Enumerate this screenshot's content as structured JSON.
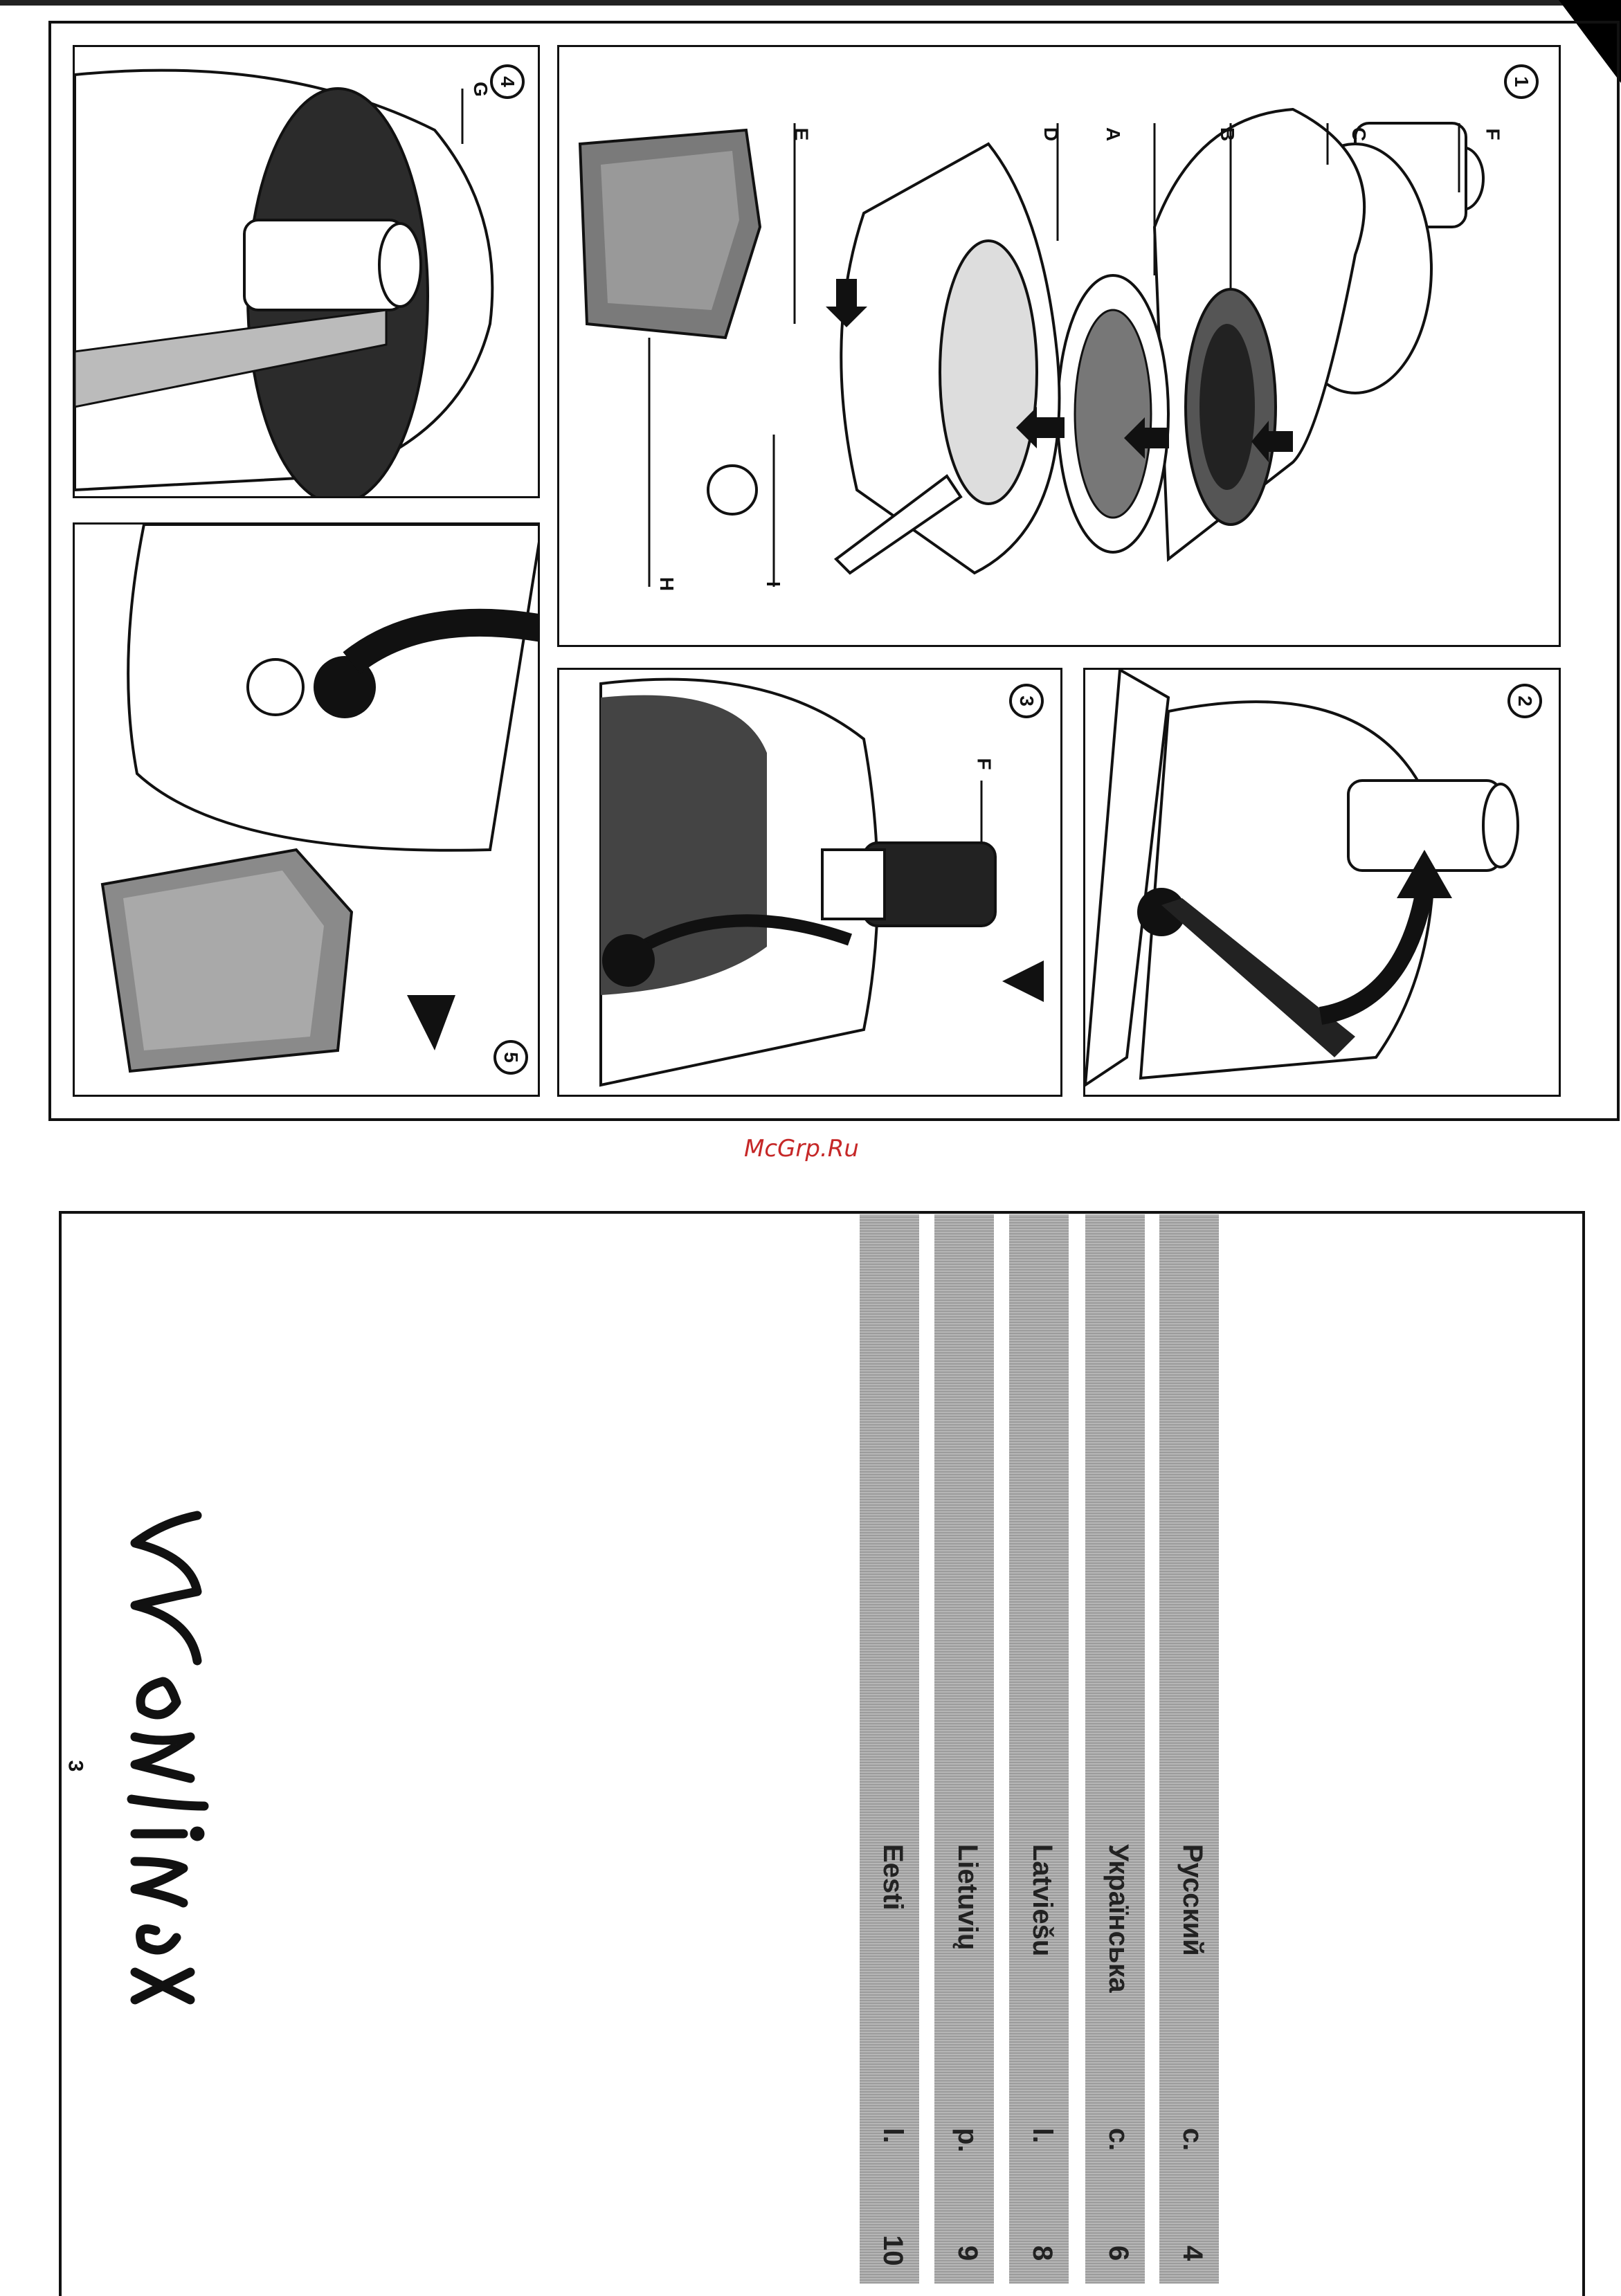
{
  "watermark": "McGrp.Ru",
  "brand": "Moulinex",
  "page_number": "3",
  "figures": [
    {
      "number": "1",
      "labels": [
        "F",
        "C",
        "B",
        "A",
        "D",
        "E",
        "I",
        "H"
      ]
    },
    {
      "number": "2",
      "labels": []
    },
    {
      "number": "3",
      "labels": [
        "F"
      ]
    },
    {
      "number": "4",
      "labels": [
        "G"
      ]
    },
    {
      "number": "5",
      "labels": []
    }
  ],
  "contents": [
    {
      "language": "Русский",
      "abbr": "с.",
      "page": "4"
    },
    {
      "language": "Українська",
      "abbr": "с.",
      "page": "6"
    },
    {
      "language": "Latviešu",
      "abbr": "l.",
      "page": "8"
    },
    {
      "language": "Lietuvių",
      "abbr": "p.",
      "page": "9"
    },
    {
      "language": "Eesti",
      "abbr": "l.",
      "page": "10"
    }
  ]
}
